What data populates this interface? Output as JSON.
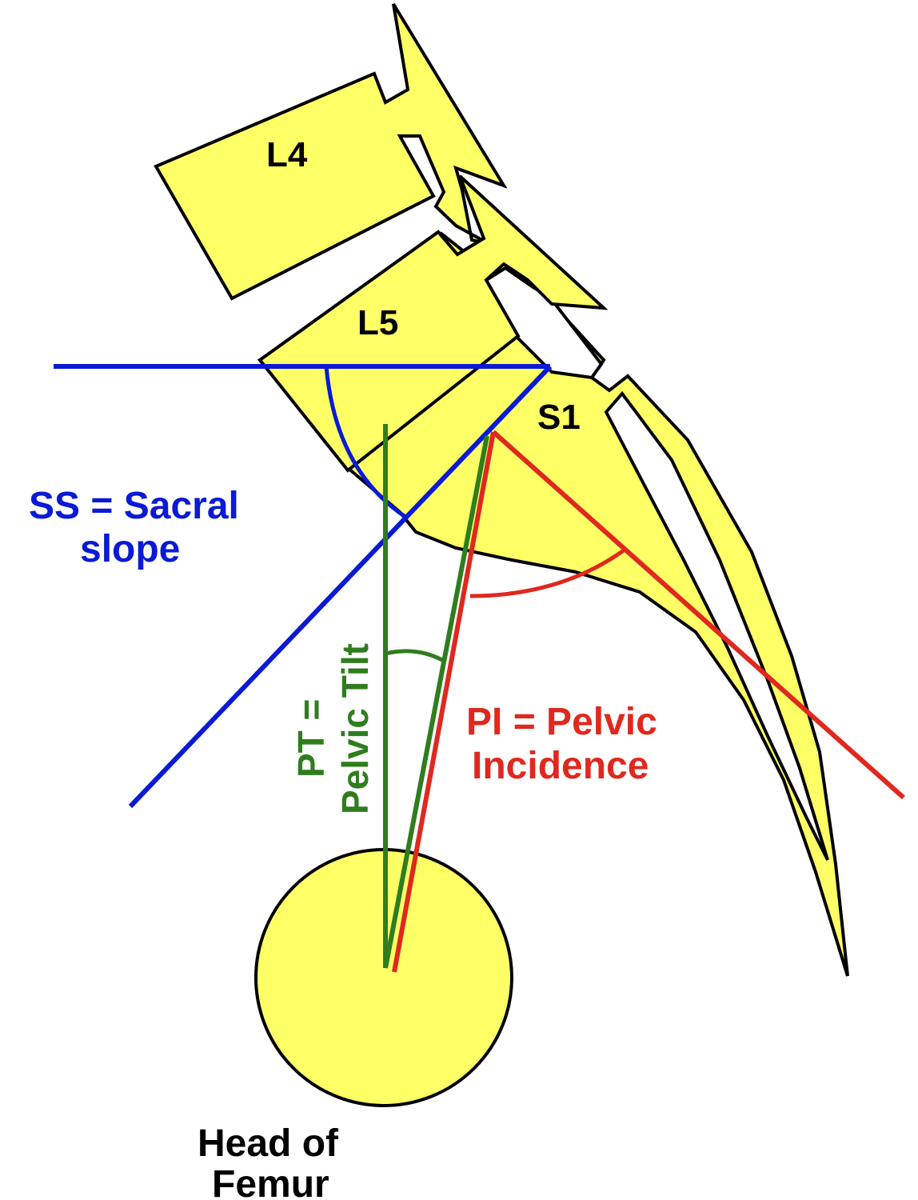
{
  "colors": {
    "bone_fill": "#ffff66",
    "outline": "#000000",
    "sacral_slope": "#0a1ad6",
    "pelvic_tilt": "#2f7d1e",
    "pelvic_incidence": "#e0281e",
    "background": "#ffffff"
  },
  "labels": {
    "l4": "L4",
    "l5": "L5",
    "s1": "S1",
    "ss_line1": "SS = Sacral",
    "ss_line2": "slope",
    "pt_line1": "PT =",
    "pt_line2": "Pelvic Tilt",
    "pi_line1": "PI = Pelvic",
    "pi_line2": "Incidence",
    "femur_line1": "Head of",
    "femur_line2": "Femur"
  }
}
